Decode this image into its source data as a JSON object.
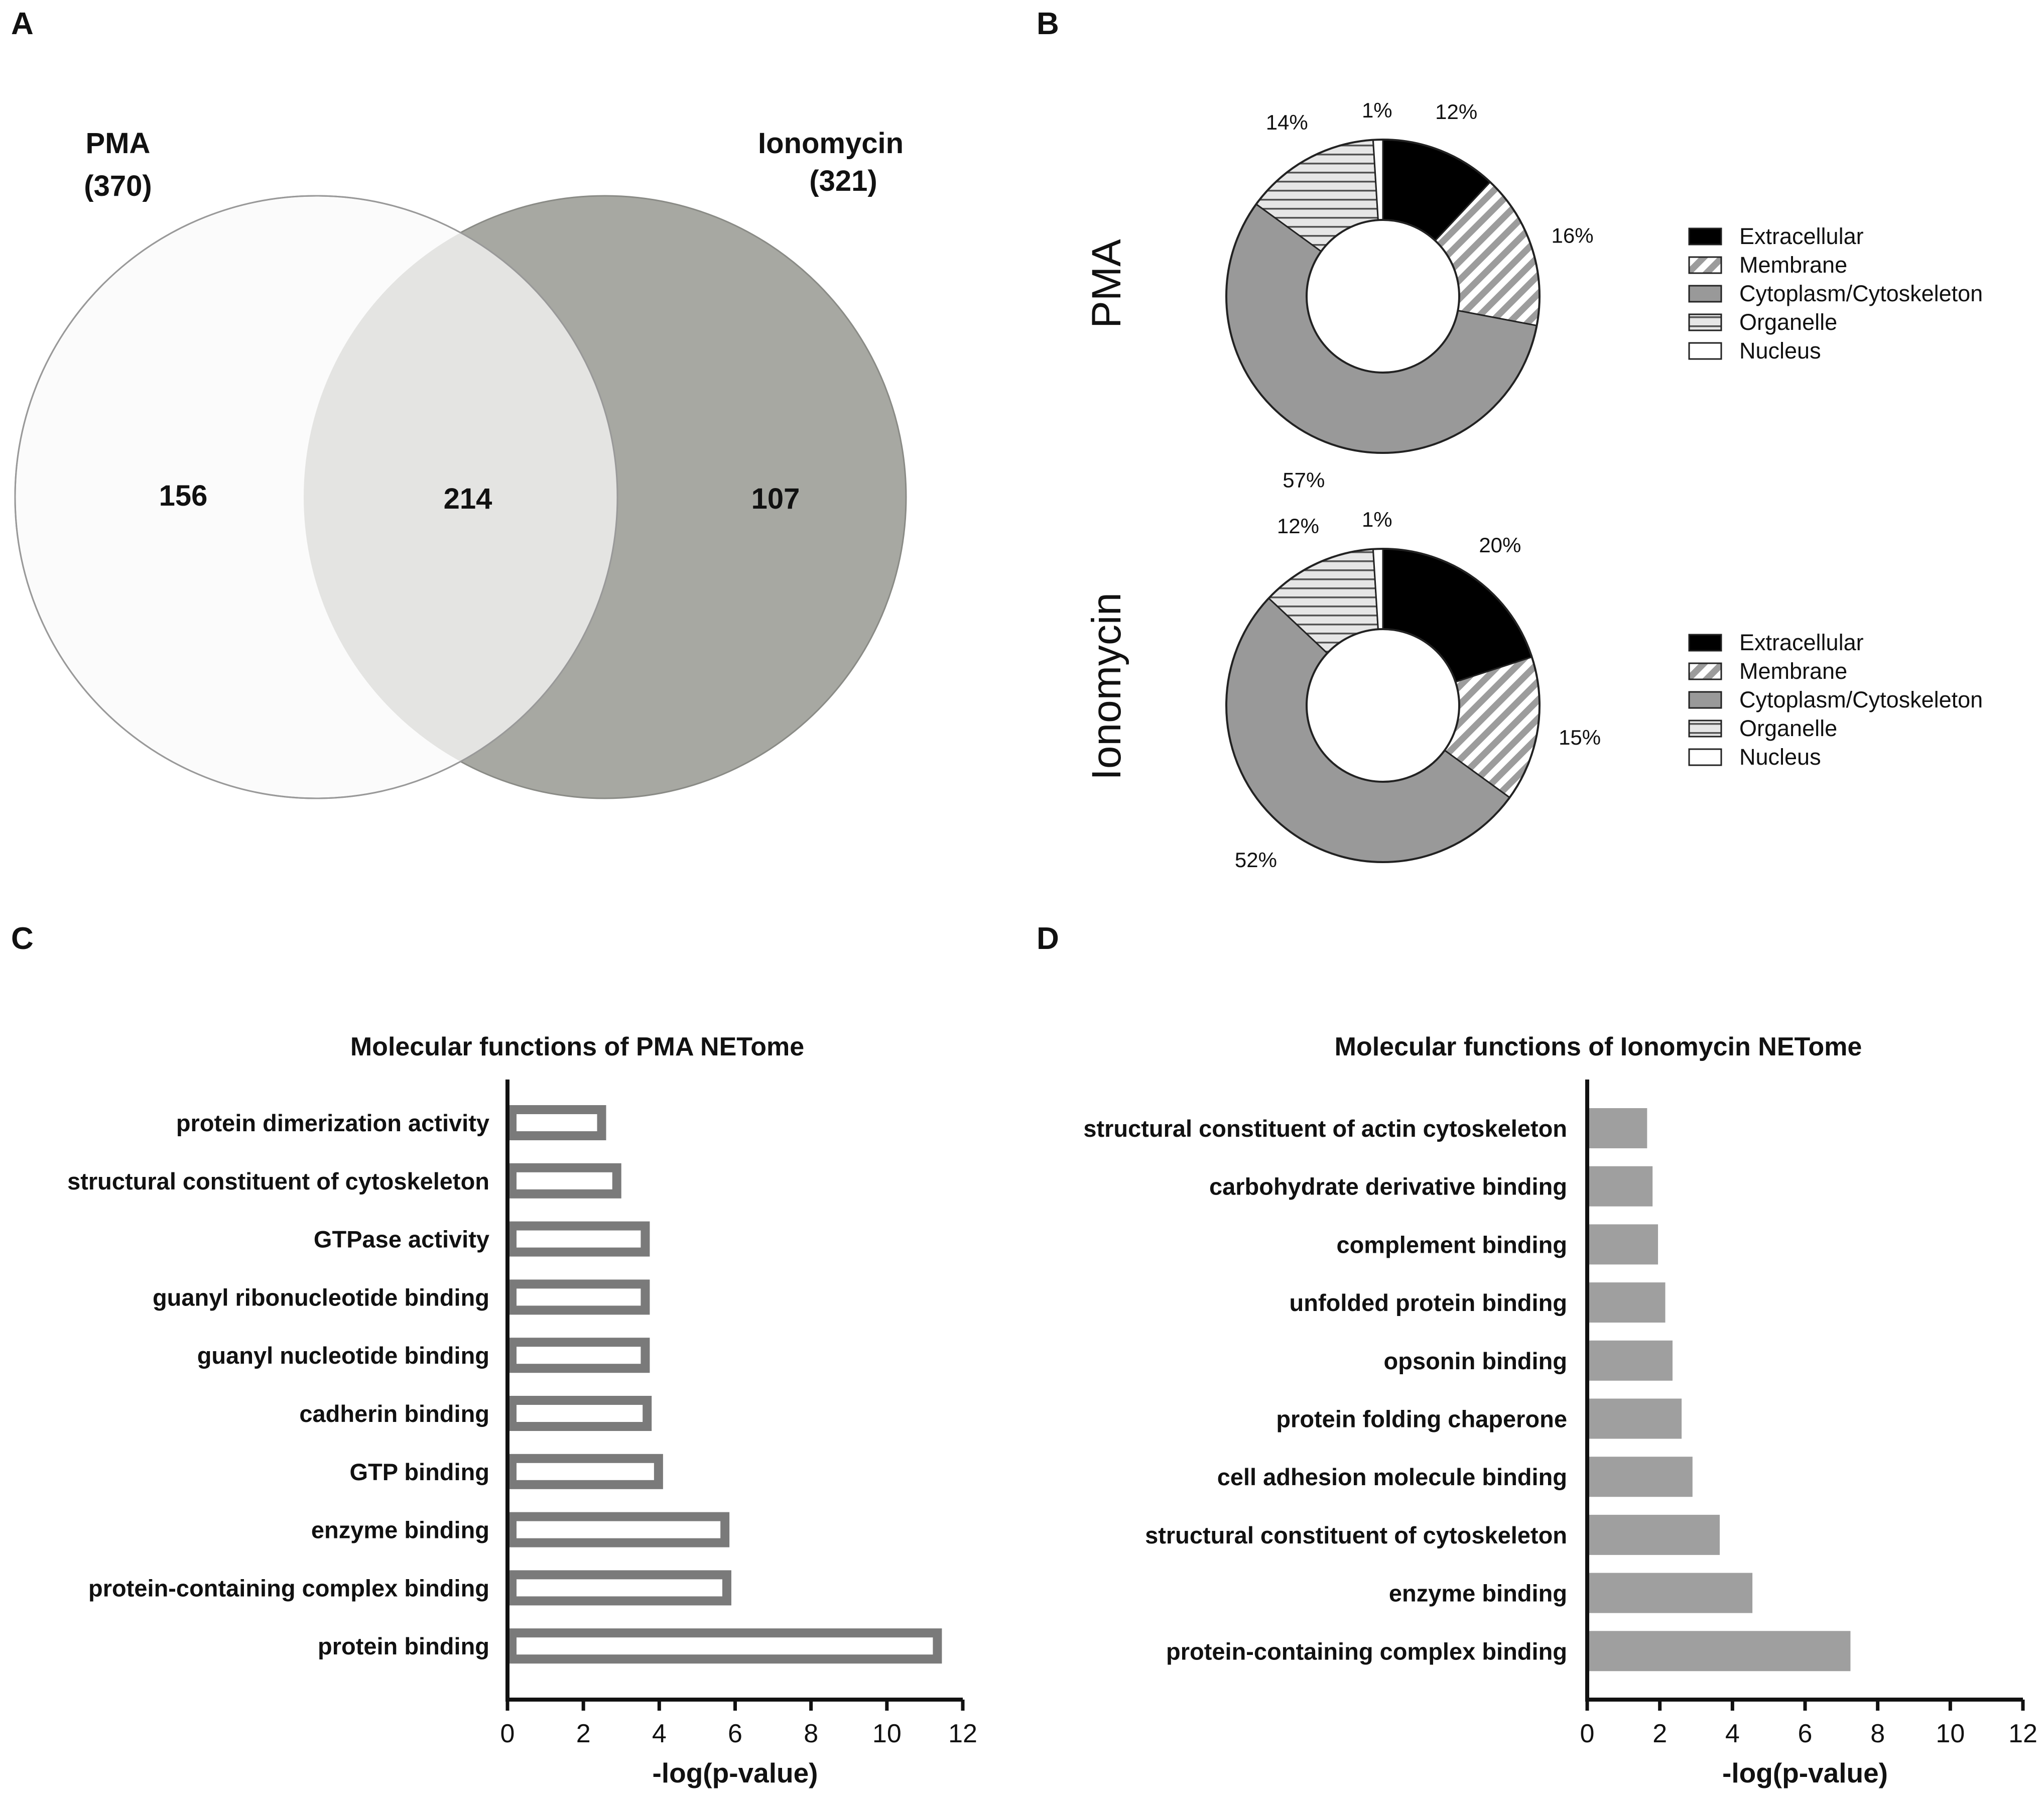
{
  "panel_letters": [
    "A",
    "B",
    "C",
    "D"
  ],
  "colors": {
    "pma_circle": "#fbfbfb",
    "ionomycin_circle": "#a7a8a2",
    "overlap": "#e4e4e2",
    "extracellular": "#000000",
    "membrane_stripe": "#9c9c9c",
    "cytoplasm": "#999999",
    "organelle_fill": "#dedede",
    "nucleus": "#ffffff",
    "bar_outline": "#7a7a7a",
    "bar_fill_d": "#9f9f9f"
  },
  "chart_data": [
    {
      "panel": "A",
      "type": "venn",
      "sets": [
        {
          "label": "PMA",
          "total_label": "(370)",
          "total": 370,
          "only": 156
        },
        {
          "label": "Ionomycin",
          "total_label": "(321)",
          "total": 321,
          "only": 107
        }
      ],
      "intersection": 214
    },
    {
      "panel": "B",
      "type": "pie",
      "title": "PMA",
      "legend": [
        "Extracellular",
        "Membrane",
        "Cytoplasm/Cytoskeleton",
        "Organelle",
        "Nucleus"
      ],
      "values": [
        12,
        16,
        57,
        14,
        1
      ],
      "value_labels": [
        "12%",
        "16%",
        "57%",
        "14%",
        "1%"
      ]
    },
    {
      "panel": "B",
      "type": "pie",
      "title": "Ionomycin",
      "legend": [
        "Extracellular",
        "Membrane",
        "Cytoplasm/Cytoskeleton",
        "Organelle",
        "Nucleus"
      ],
      "values": [
        20,
        15,
        52,
        12,
        1
      ],
      "value_labels": [
        "20%",
        "15%",
        "52%",
        "12%",
        "1%"
      ]
    },
    {
      "panel": "C",
      "type": "bar",
      "orientation": "horizontal",
      "style": "outlined",
      "title": "Molecular functions of PMA NETome",
      "xlabel": "-log(p-value)",
      "xlim": [
        0,
        12
      ],
      "xticks": [
        0,
        2,
        4,
        6,
        8,
        10,
        12
      ],
      "categories": [
        "protein dimerization activity",
        "structural constituent of cytoskeleton",
        "GTPase activity",
        "guanyl ribonucleotide binding",
        "guanyl nucleotide binding",
        "cadherin binding",
        "GTP binding",
        "enzyme binding",
        "protein-containing complex binding",
        "protein binding"
      ],
      "values": [
        2.6,
        3.0,
        3.75,
        3.75,
        3.75,
        3.8,
        4.1,
        5.85,
        5.9,
        11.45
      ]
    },
    {
      "panel": "D",
      "type": "bar",
      "orientation": "horizontal",
      "style": "filled",
      "title": "Molecular functions of Ionomycin NETome",
      "xlabel": "-log(p-value)",
      "xlim": [
        0,
        12
      ],
      "xticks": [
        0,
        2,
        4,
        6,
        8,
        10,
        12
      ],
      "categories": [
        "structural constituent of actin cytoskeleton",
        "carbohydrate derivative binding",
        "complement binding",
        "unfolded protein binding",
        "opsonin binding",
        "protein folding chaperone",
        "cell adhesion molecule binding",
        "structural constituent of cytoskeleton",
        "enzyme binding",
        "protein-containing complex binding"
      ],
      "values": [
        1.65,
        1.8,
        1.95,
        2.15,
        2.35,
        2.6,
        2.9,
        3.65,
        4.55,
        7.25
      ]
    }
  ]
}
